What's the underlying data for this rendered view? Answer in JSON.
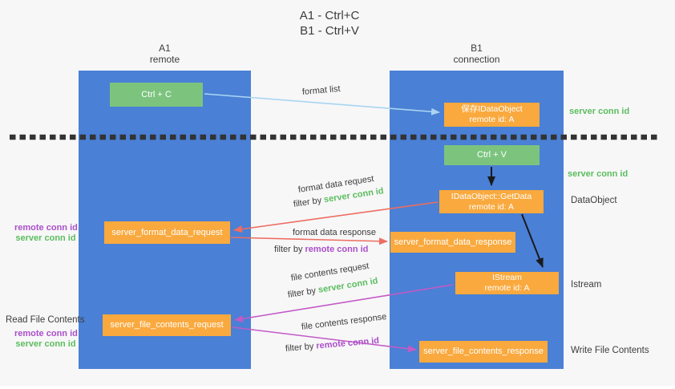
{
  "title": {
    "line1": "A1 - Ctrl+C",
    "line2": "B1 - Ctrl+V"
  },
  "lifelines": {
    "a1": {
      "name": "A1",
      "subtitle": "remote"
    },
    "b1": {
      "name": "B1",
      "subtitle": "connection"
    }
  },
  "boxes": {
    "ctrl_c": {
      "label": "Ctrl + C"
    },
    "save_idataobject": {
      "line1": "保存IDataObject",
      "line2": "remote id: A"
    },
    "ctrl_v": {
      "label": "Ctrl + V"
    },
    "idataobject_getdata": {
      "line1": "IDataObject::GetData",
      "line2": "remote id: A"
    },
    "server_format_data_request": {
      "label": "server_format_data_request"
    },
    "server_format_data_response": {
      "label": "server_format_data_response"
    },
    "istream": {
      "line1": "IStream",
      "line2": "remote id: A"
    },
    "server_file_contents_request": {
      "label": "server_file_contents_request"
    },
    "server_file_contents_response": {
      "label": "server_file_contents_response"
    }
  },
  "labels": {
    "format_list": "format list",
    "format_data_request": "format data request",
    "format_data_response": "format data response",
    "file_contents_request": "file contents request",
    "file_contents_response": "file contents response",
    "filter_by": "filter by",
    "server_conn_id": "server conn id",
    "remote_conn_id": "remote conn id",
    "read_file_contents": "Read File Contents",
    "write_file_contents": "Write File Contents",
    "dataobject": "DataObject",
    "istream": "Istream"
  },
  "colors": {
    "lifeline_blue": "#4a80d5",
    "box_green": "#7cc47e",
    "box_orange": "#f9a93e",
    "arrow_red": "#ee6d61",
    "arrow_magenta": "#c45ac6",
    "arrow_light_blue": "#a9d5f1",
    "arrow_black": "#1a1a1a",
    "label_green": "#5cbd5e",
    "label_purple": "#ab4fc9",
    "text_dark": "#3d3d3d",
    "dashed_line": "#333333"
  }
}
